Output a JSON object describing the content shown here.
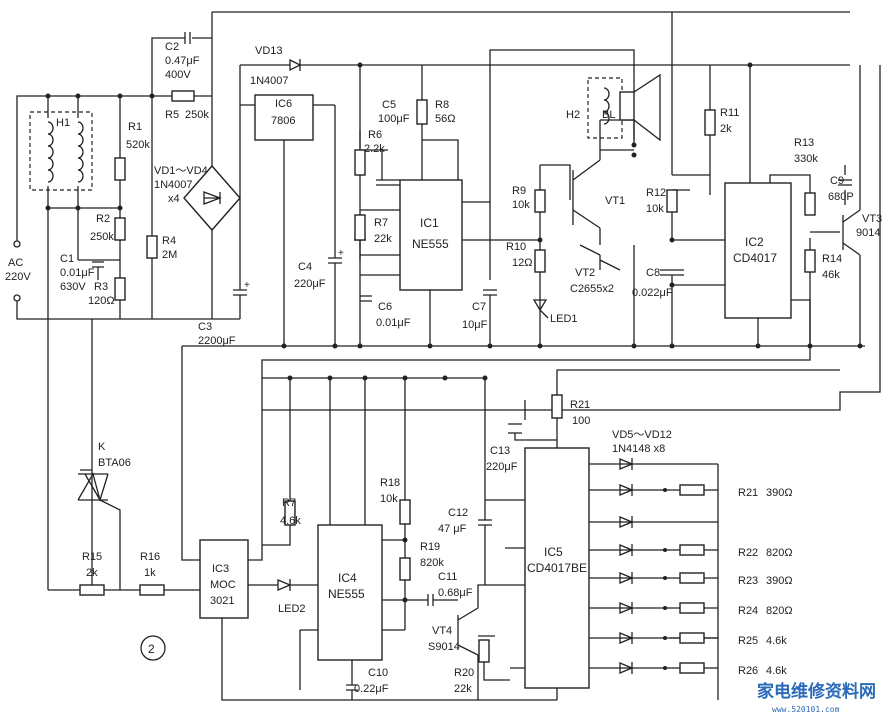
{
  "figure_label": "2",
  "labels": {
    "ac": "AC",
    "ac_v": "220V",
    "h1": "H1",
    "h2": "H2",
    "bl": "BL",
    "r1": "R1",
    "r1v": "520k",
    "r2": "R2",
    "r2v": "250k",
    "r3": "R3",
    "r3v": "120Ω",
    "r4": "R4",
    "r4v": "2M",
    "r5": "R5",
    "r5v": "250k",
    "r6": "R6",
    "r6v": "2.2k",
    "r7a": "R7",
    "r7av": "22k",
    "r8": "R8",
    "r8v": "56Ω",
    "r9": "R9",
    "r9v": "10k",
    "r10": "R10",
    "r10v": "12Ω",
    "r11": "R11",
    "r11v": "2k",
    "r12": "R12",
    "r12v": "10k",
    "r13": "R13",
    "r13v": "330k",
    "r14": "R14",
    "r14v": "46k",
    "r15": "R15",
    "r15v": "2k",
    "r16": "R16",
    "r16v": "1k",
    "r7b": "R7",
    "r7bv": "4.6k",
    "r18": "R18",
    "r18v": "10k",
    "r19": "R19",
    "r19v": "820k",
    "r20": "R20",
    "r20v": "22k",
    "r21": "R21",
    "r21v": "100",
    "c1": "C1",
    "c1v": "0.01μF",
    "c1v2": "630V",
    "c2": "C2",
    "c2v": "0.47μF",
    "c2v2": "400V",
    "c3": "C3",
    "c3v": "2200μF",
    "c4": "C4",
    "c4v": "220μF",
    "c5": "C5",
    "c5v": "100μF",
    "c6": "C6",
    "c6v": "0.01μF",
    "c7": "C7",
    "c7v": "10μF",
    "c8": "C8",
    "c8v": "0.022μF",
    "c9": "C9",
    "c9v": "680P",
    "c10": "C10",
    "c10v": "0.22μF",
    "c11": "C11",
    "c11v": "0.68μF",
    "c12": "C12",
    "c12v": "47 μF",
    "c13": "C13",
    "c13v": "220μF",
    "vd13": "VD13",
    "vd13v": "1N4007",
    "vd14": "VD1～VD4",
    "vd14v": "1N4007",
    "vd14n": "x4",
    "vd512": "VD5～VD12",
    "vd512v": "1N4148 x8",
    "ic6": "IC6",
    "ic6v": "7806",
    "ic1": "IC1",
    "ic1v": "NE555",
    "ic2": "IC2",
    "ic2v": "CD4017",
    "ic3": "IC3",
    "ic3v": "MOC",
    "ic3v2": "3021",
    "ic4": "IC4",
    "ic4v": "NE555",
    "ic5": "IC5",
    "ic5v": "CD4017BE",
    "vt1": "VT1",
    "vt2": "VT2",
    "vt2v": "C2655x2",
    "vt3": "VT3",
    "vt3v": "9014",
    "vt4": "VT4",
    "vt4v": "S9014",
    "led1": "LED1",
    "led2": "LED2",
    "k": "K",
    "kv": "BTA06",
    "r21b": "R21",
    "r21bv": "390Ω",
    "r22": "R22",
    "r22v": "820Ω",
    "r23": "R23",
    "r23v": "390Ω",
    "r24": "R24",
    "r24v": "820Ω",
    "r25": "R25",
    "r25v": "4.6k",
    "r26": "R26",
    "r26v": "4.6k"
  },
  "watermark": {
    "text": "家电维修资料网",
    "url": "www.520101.com"
  }
}
